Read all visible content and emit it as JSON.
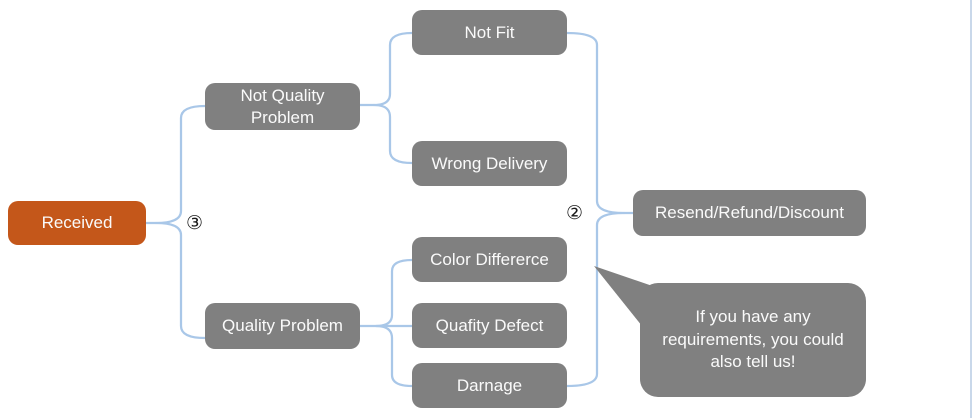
{
  "diagram": {
    "root": {
      "label": "Received"
    },
    "level1": [
      {
        "label": "Not Quality Problem"
      },
      {
        "label": "Quality Problem"
      }
    ],
    "not_quality_children": [
      {
        "label": "Not Fit"
      },
      {
        "label": "Wrong Delivery"
      }
    ],
    "quality_children": [
      {
        "label": "Color Differerce"
      },
      {
        "label": "Quafity Defect"
      },
      {
        "label": "Darnage"
      }
    ],
    "outcome": {
      "label": "Resend/Refund/Discount"
    },
    "callout": {
      "text": "If you have any requirements, you could also tell us!"
    },
    "markers": {
      "left_branch": "③",
      "right_branch": "②"
    },
    "colors": {
      "root_fill": "#C4571A",
      "node_fill": "#808080",
      "connector": "#A9C7E8",
      "text_light": "#FAFAFA",
      "frame_edge": "#C9D8EA"
    }
  }
}
